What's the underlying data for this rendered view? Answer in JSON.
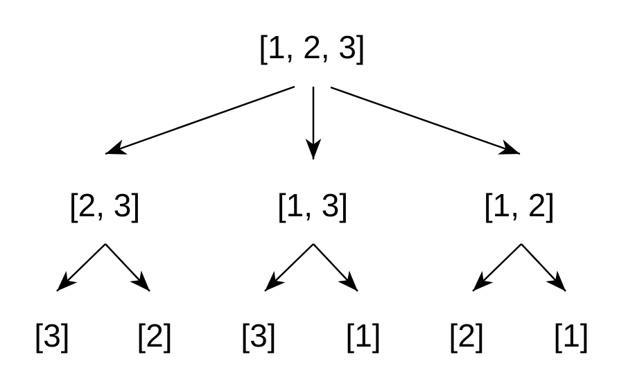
{
  "colors": {
    "background": "#ffffff",
    "line": "#000000",
    "text": "#000000"
  },
  "tree": {
    "root": {
      "label": "[1, 2, 3]"
    },
    "children": [
      {
        "label": "[2, 3]",
        "leaves": [
          {
            "label": "[3]"
          },
          {
            "label": "[2]"
          }
        ]
      },
      {
        "label": "[1, 3]",
        "leaves": [
          {
            "label": "[3]"
          },
          {
            "label": "[1]"
          }
        ]
      },
      {
        "label": "[1, 2]",
        "leaves": [
          {
            "label": "[2]"
          },
          {
            "label": "[1]"
          }
        ]
      }
    ]
  }
}
